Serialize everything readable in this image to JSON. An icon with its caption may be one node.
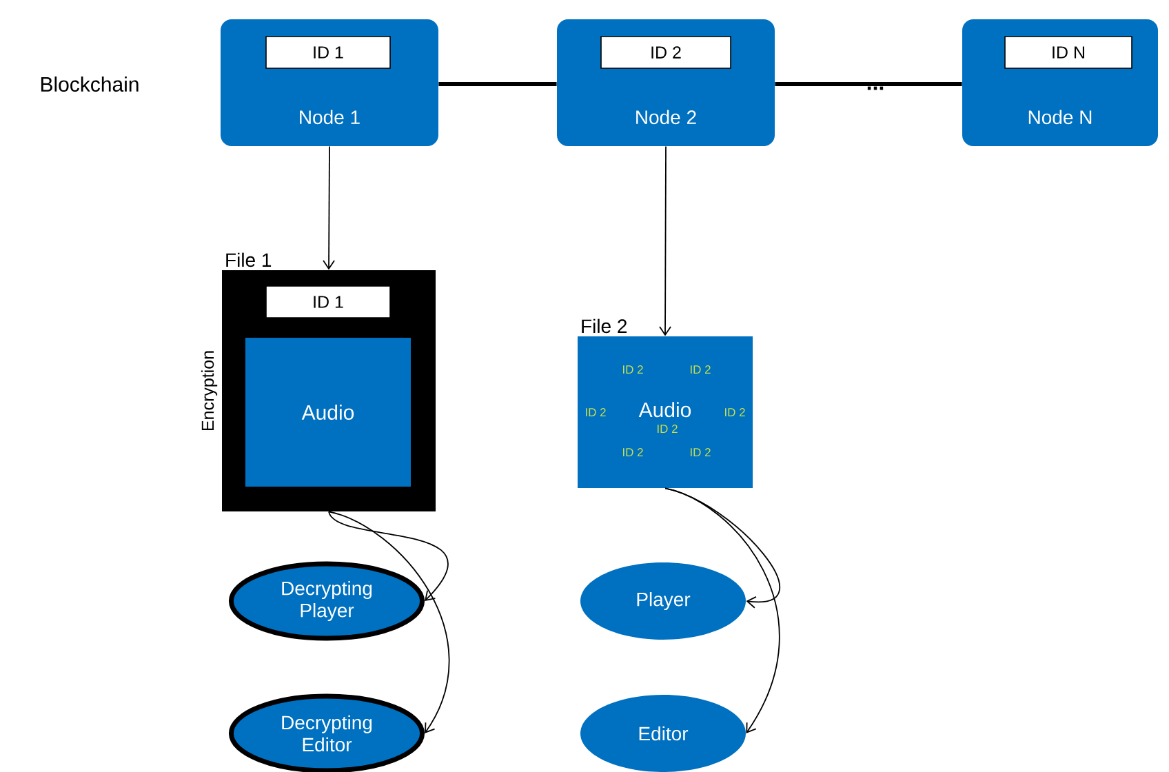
{
  "diagram": {
    "nodes": [
      {
        "text": [
          "Node 1"
        ]
      },
      {
        "text": [
          "ID 1"
        ],
        "in": 0
      },
      {
        "text": [
          "Node 2"
        ]
      },
      {
        "text": [
          "ID 2"
        ],
        "in": 2
      },
      {
        "text": [
          "Node N"
        ]
      },
      {
        "text": [
          "ID N"
        ],
        "in": 4
      },
      {
        "text": [
          "File 1"
        ],
        "beside": [
          "Encryption"
        ]
      },
      {
        "text": [
          "ID 1"
        ],
        "in": 6
      },
      {
        "text": [
          "Audio"
        ],
        "in": 6
      },
      {
        "text": [
          "File 2",
          "Audio"
        ]
      },
      {
        "text": [
          "Decrypting Player"
        ]
      },
      {
        "text": [
          "Decrypting Editor"
        ]
      },
      {
        "text": [
          "Player"
        ]
      },
      {
        "text": [
          "Editor"
        ]
      }
    ],
    "edges": [
      {
        "from": 0,
        "to": 2,
        "arrow": "none",
        "style": "thick"
      },
      {
        "from": 2,
        "to": 4,
        "arrow": "none",
        "style": "thick"
      },
      {
        "from": 0,
        "to": 6,
        "arrow": "to"
      },
      {
        "from": 2,
        "to": 9,
        "arrow": "to"
      },
      {
        "from": 6,
        "to": 10,
        "arrow": "to"
      },
      {
        "from": 6,
        "to": 11,
        "arrow": "to"
      },
      {
        "from": 9,
        "to": 12,
        "arrow": "to"
      },
      {
        "from": 9,
        "to": 13,
        "arrow": "to"
      }
    ],
    "labels": [
      "Blockchain",
      "...",
      "ID 2",
      "ID 2",
      "ID 2",
      "ID 2",
      "ID 2",
      "ID 2",
      "ID 2"
    ]
  }
}
